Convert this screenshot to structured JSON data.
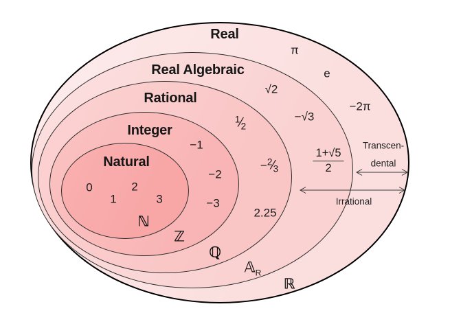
{
  "diagram_kind": "nested-euler-diagram-of-real-number-sets",
  "sets": {
    "real": {
      "label": "Real",
      "symbol": "ℝ",
      "fill": "#fbdede"
    },
    "real_algebraic": {
      "label": "Real Algebraic",
      "symbol": "𝔸",
      "symbol_sub": "R",
      "fill": "#fad2d2"
    },
    "rational": {
      "label": "Rational",
      "symbol": "ℚ",
      "fill": "#fac5c5"
    },
    "integer": {
      "label": "Integer",
      "symbol": "ℤ",
      "fill": "#f9b5b5"
    },
    "natural": {
      "label": "Natural",
      "symbol": "ℕ",
      "fill": "#f8a6a6"
    }
  },
  "members": {
    "natural": {
      "m0": "0",
      "m1": "1",
      "m2": "2",
      "m3": "3"
    },
    "integer": {
      "m0": "−1",
      "m1": "−2",
      "m2": "−3"
    },
    "rational": {
      "half_num": "1",
      "half_den": "2",
      "neg23_sign": "−",
      "neg23_num": "2",
      "neg23_den": "3",
      "decimal": "2.25"
    },
    "real_algebraic": {
      "sqrt2": "√2",
      "neg_sqrt3": "−√3",
      "phi_num": "1+√5",
      "phi_den": "2"
    },
    "real": {
      "pi": "π",
      "e": "e",
      "neg_2pi": "−2π"
    }
  },
  "glyphs": {
    "fraction_slash": "⁄"
  },
  "annotations": {
    "transcendental_line1": "Transcen-",
    "transcendental_line2": "dental",
    "irrational": "Irrational"
  },
  "icons": {
    "transcendental_range": "double-arrow-icon",
    "irrational_range": "double-arrow-icon"
  },
  "colors": {
    "outline": "#000000",
    "inner_outline": "#2e2e2e",
    "text": "#1a1a1a",
    "background": "#ffffff"
  }
}
